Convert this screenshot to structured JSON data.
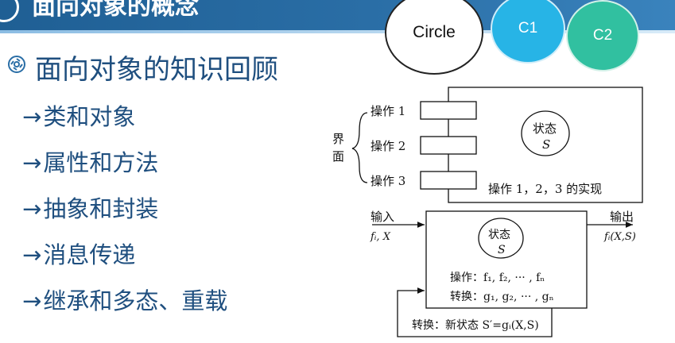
{
  "header": {
    "title": "面向对象的概念"
  },
  "bubbles": {
    "circle": "Circle",
    "c1": "C1",
    "c2": "C2"
  },
  "outline": {
    "heading": "面向对象的知识回顾",
    "arrow": "→",
    "items": [
      "类和对象",
      "属性和方法",
      "抽象和封装",
      "消息传递",
      "继承和多态、重载"
    ]
  },
  "diagram1": {
    "interface_label": [
      "界",
      "面"
    ],
    "ops": [
      "操作 1",
      "操作 2",
      "操作 3"
    ],
    "state": "状态",
    "state_var": "S",
    "impl": "操作 1，2，3 的实现"
  },
  "diagram2": {
    "input": "输入",
    "input_args": "fᵢ, X",
    "output": "输出",
    "output_expr": "fᵢ(X,S)",
    "state": "状态",
    "state_var": "S",
    "ops_line": "操作：f₁, f₂, ··· , fₙ",
    "trans_line": "转换：g₁, g₂, ··· , gₙ",
    "feedback": "转换：新状态 S′=gᵢ(X,S)"
  }
}
